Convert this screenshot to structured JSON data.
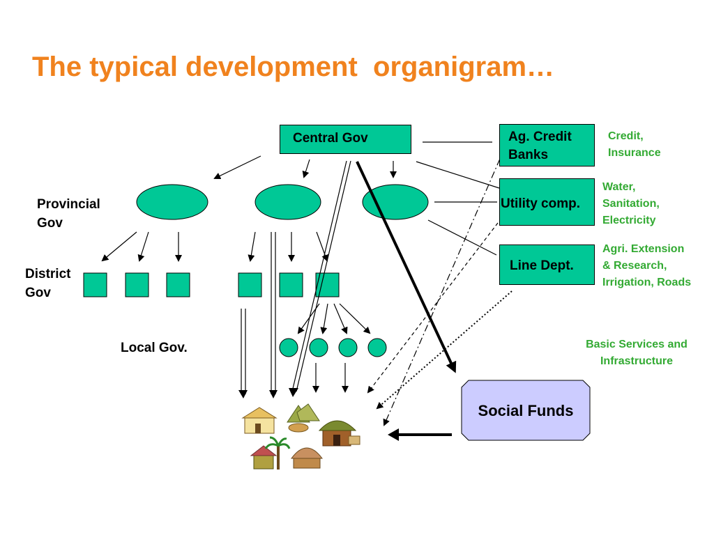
{
  "slide": {
    "title": "The typical development  organigram…",
    "colors": {
      "title": "#f0821e",
      "node": "#00c896",
      "note": "#33aa33",
      "social_funds": "#ccccff"
    }
  },
  "nodes": {
    "central_gov": "Central Gov",
    "ag_credit_banks": "Ag. Credit\nBanks",
    "utility_comp": "Utility comp.",
    "line_dept": "Line Dept.",
    "social_funds": "Social Funds"
  },
  "levels": {
    "provincial": "Provincial\nGov",
    "district": "District\nGov",
    "local": "Local Gov."
  },
  "notes": {
    "credit": "Credit,\nInsurance",
    "water": "Water,\nSanitation,\nElectricity",
    "agri": "Agri. Extension\n& Research,\nIrrigation, Roads",
    "basic": "Basic Services and\nInfrastructure"
  },
  "icons": [
    "village-huts-icon"
  ]
}
